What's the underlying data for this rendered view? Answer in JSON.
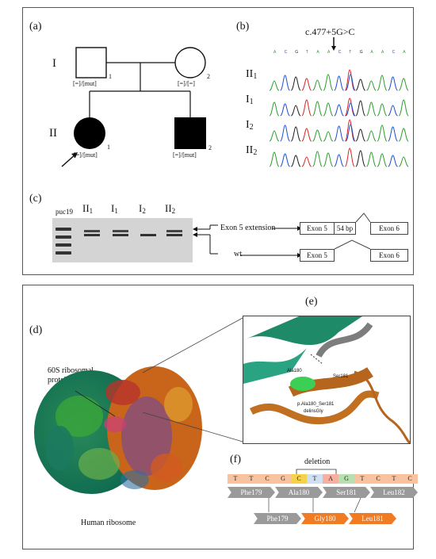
{
  "panels": {
    "a": "(a)",
    "b": "(b)",
    "c": "(c)",
    "d": "(d)",
    "e": "(e)",
    "f": "(f)"
  },
  "pedigree": {
    "gen1": "I",
    "gen2": "II",
    "i1_num": "1",
    "i2_num": "2",
    "ii1_num": "1",
    "ii2_num": "2",
    "i1_geno": "[=]/[mut]",
    "i2_geno": "[=]/[=]",
    "ii1_geno": "[=]/[mut]",
    "ii2_geno": "[=]/[mut]"
  },
  "sequencing": {
    "mutation": "c.477+5G>C",
    "bases": [
      "A",
      "C",
      "G",
      "T",
      "A",
      "A",
      "C",
      "T",
      "G",
      "A",
      "A",
      "C",
      "A"
    ],
    "rows": [
      {
        "main": "II",
        "sub": "1"
      },
      {
        "main": "I",
        "sub": "1"
      },
      {
        "main": "I",
        "sub": "2"
      },
      {
        "main": "II",
        "sub": "2"
      }
    ]
  },
  "gel": {
    "marker": "puc19",
    "lanes": [
      {
        "main": "II",
        "sub": "1"
      },
      {
        "main": "I",
        "sub": "1"
      },
      {
        "main": "I",
        "sub": "2"
      },
      {
        "main": "II",
        "sub": "2"
      }
    ],
    "ext_label": "Exon 5 extension",
    "wt_label": "wt",
    "exon5": "Exon 5",
    "ext_bp": "54 bp",
    "exon6": "Exon 6"
  },
  "ribosome": {
    "protein_label_1": "60S ribosomal",
    "protein_label_2": "protein eL13",
    "caption": "Human ribosome"
  },
  "structure": {
    "res1": "Ala180",
    "res2": "Ser181",
    "mut1": "p.Ala180_Ser181",
    "mut2": "delinsGly"
  },
  "protein_seq": {
    "deletion": "deletion",
    "nts": [
      "T",
      "T",
      "C",
      "G",
      "C",
      "T",
      "A",
      "G",
      "T",
      "C",
      "T",
      "C"
    ],
    "wt_residues": [
      "Phe179",
      "Ala180",
      "Ser181",
      "Leu182"
    ],
    "mut_residues": [
      "Phe179",
      "Gly180",
      "Leu181"
    ]
  },
  "colors": {
    "A": "#2ca02c",
    "C": "#1f4fd6",
    "G": "#222222",
    "T": "#d62728",
    "orange": "#f07b22",
    "grey": "#9a9a9a"
  }
}
